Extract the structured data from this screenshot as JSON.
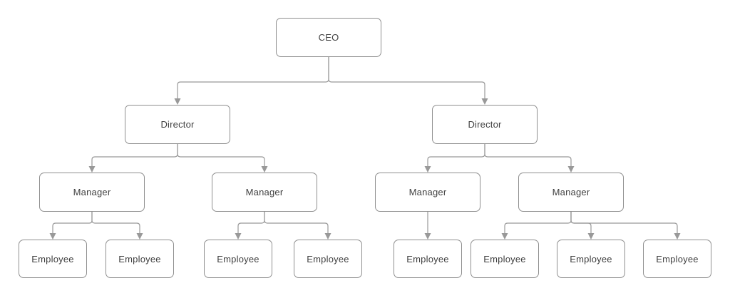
{
  "diagram": {
    "type": "org-chart",
    "nodes": [
      {
        "id": "ceo",
        "label": "CEO",
        "level": 1
      },
      {
        "id": "director-1",
        "label": "Director",
        "level": 2
      },
      {
        "id": "director-2",
        "label": "Director",
        "level": 2
      },
      {
        "id": "manager-1",
        "label": "Manager",
        "level": 3
      },
      {
        "id": "manager-2",
        "label": "Manager",
        "level": 3
      },
      {
        "id": "manager-3",
        "label": "Manager",
        "level": 3
      },
      {
        "id": "manager-4",
        "label": "Manager",
        "level": 3
      },
      {
        "id": "employee-1",
        "label": "Employee",
        "level": 4
      },
      {
        "id": "employee-2",
        "label": "Employee",
        "level": 4
      },
      {
        "id": "employee-3",
        "label": "Employee",
        "level": 4
      },
      {
        "id": "employee-4",
        "label": "Employee",
        "level": 4
      },
      {
        "id": "employee-5",
        "label": "Employee",
        "level": 4
      },
      {
        "id": "employee-6",
        "label": "Employee",
        "level": 4
      },
      {
        "id": "employee-7",
        "label": "Employee",
        "level": 4
      },
      {
        "id": "employee-8",
        "label": "Employee",
        "level": 4
      }
    ],
    "edges": [
      {
        "from": "ceo",
        "to": "director-1"
      },
      {
        "from": "ceo",
        "to": "director-2"
      },
      {
        "from": "director-1",
        "to": "manager-1"
      },
      {
        "from": "director-1",
        "to": "manager-2"
      },
      {
        "from": "director-2",
        "to": "manager-3"
      },
      {
        "from": "director-2",
        "to": "manager-4"
      },
      {
        "from": "manager-1",
        "to": "employee-1"
      },
      {
        "from": "manager-1",
        "to": "employee-2"
      },
      {
        "from": "manager-2",
        "to": "employee-3"
      },
      {
        "from": "manager-2",
        "to": "employee-4"
      },
      {
        "from": "manager-3",
        "to": "employee-5"
      },
      {
        "from": "manager-4",
        "to": "employee-6"
      },
      {
        "from": "manager-4",
        "to": "employee-7"
      },
      {
        "from": "manager-4",
        "to": "employee-8"
      }
    ],
    "colors": {
      "node_border": "#8f8f8f",
      "node_fill": "#ffffff",
      "connector": "#999999",
      "label_text": "#404040",
      "background": "#ffffff"
    }
  }
}
